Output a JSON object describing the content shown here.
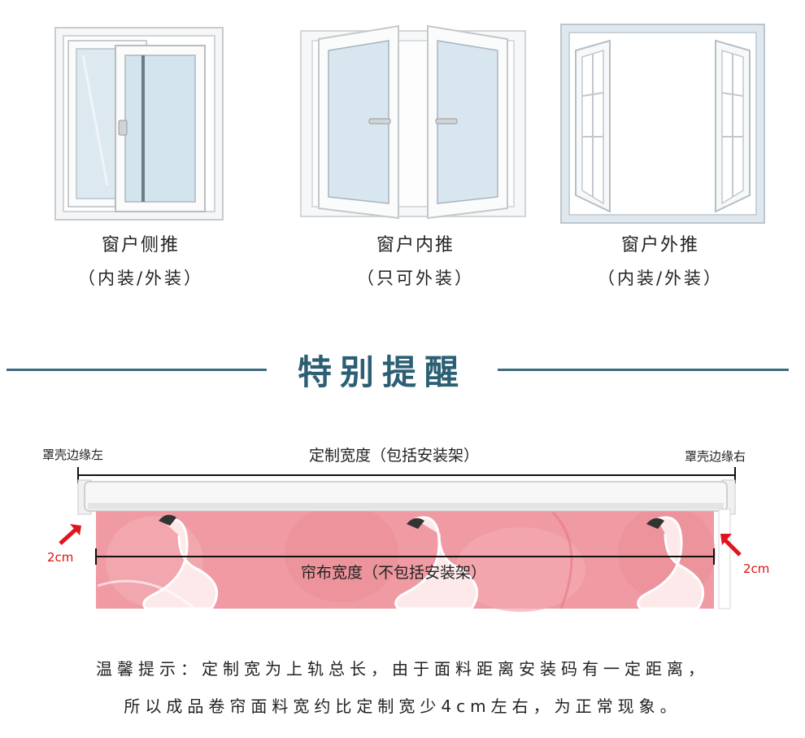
{
  "windows": [
    {
      "title": "窗户侧推",
      "note": "（内装/外装）"
    },
    {
      "title": "窗户内推",
      "note": "（只可外装）"
    },
    {
      "title": "窗户外推",
      "note": "（内装/外装）"
    }
  ],
  "section": {
    "title": "特别提醒"
  },
  "diagram": {
    "edge_left": "罩壳边缘左",
    "edge_right": "罩壳边缘右",
    "custom_width": "定制宽度（包括安装架）",
    "fabric_width": "帘布宽度（不包括安装架）",
    "gap_left": "2cm",
    "gap_right": "2cm"
  },
  "tips": {
    "line1": "温馨提示：定制宽为上轨总长，由于面料距离安装码有一定距离，",
    "line2": "所以成品卷帘面料宽约比定制宽少4cm左右，为正常现象。"
  },
  "colors": {
    "accent": "#2c5f73",
    "rule": "#3d6b80",
    "fabric": "#f09aa3",
    "arrow": "#e0141e"
  }
}
